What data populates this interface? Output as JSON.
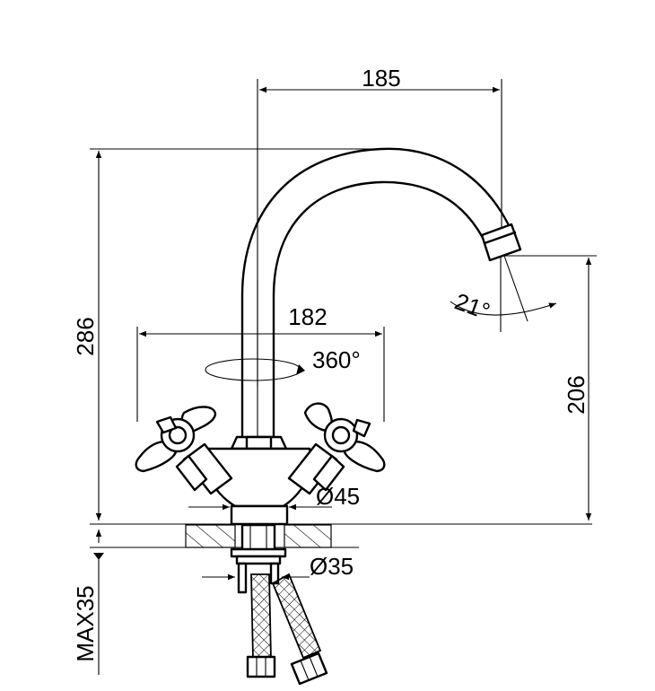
{
  "dimensions": {
    "spout_reach": "185",
    "total_height": "286",
    "base_width": "182",
    "rotation": "360°",
    "spout_height": "206",
    "spout_angle": "21°",
    "base_diameter": "Ø45",
    "shank_diameter": "Ø35",
    "max_thickness": "MAX35"
  },
  "colors": {
    "line": "#000000",
    "background": "#ffffff"
  }
}
